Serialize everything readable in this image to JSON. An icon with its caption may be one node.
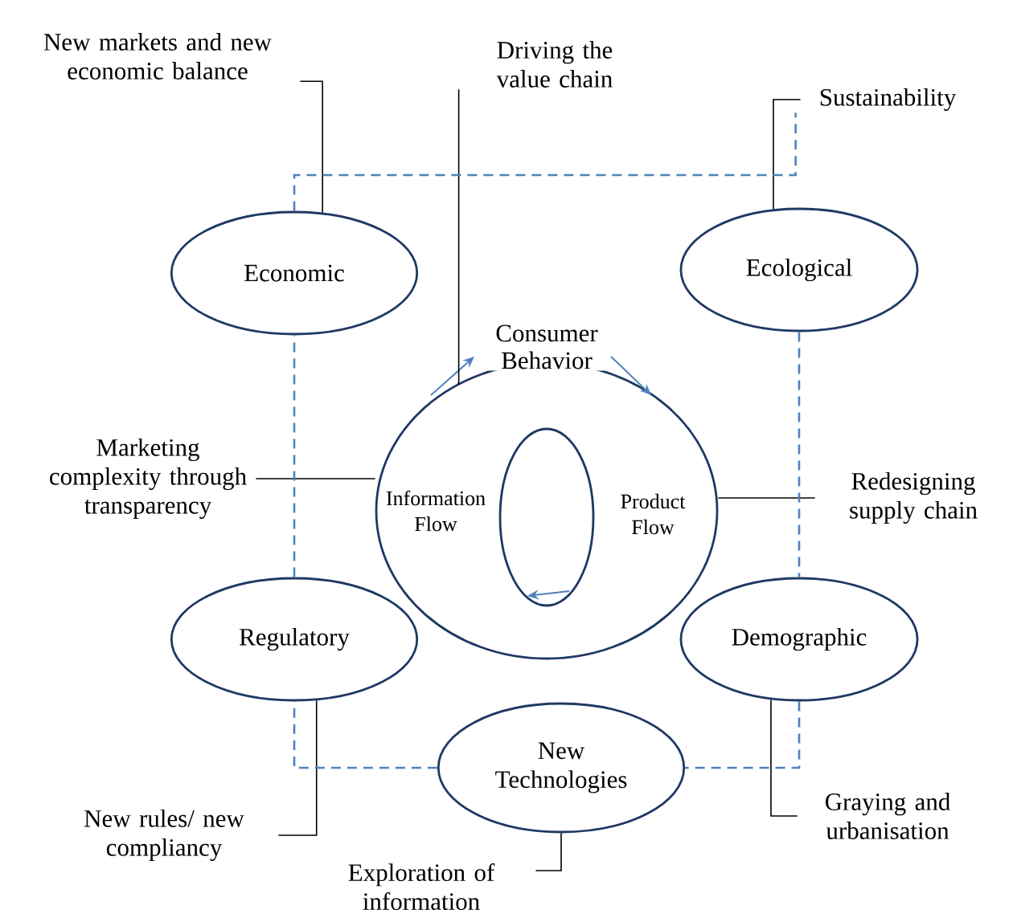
{
  "diagram": {
    "nodes": [
      {
        "text": [
          "Economic"
        ]
      },
      {
        "text": [
          "Ecological"
        ]
      },
      {
        "text": [
          "Regulatory"
        ]
      },
      {
        "text": [
          "Demographic"
        ]
      },
      {
        "text": [
          "New Technologies"
        ]
      },
      {
        "text": [
          "Consumer Behavior",
          "Information Flow",
          "Product Flow"
        ]
      },
      {
        "text": [],
        "shape": "circle",
        "in": 5
      },
      {
        "text": [
          "New markets and new economic balance"
        ]
      },
      {
        "text": [
          "Driving the value chain"
        ]
      },
      {
        "text": [
          "Sustainability"
        ]
      },
      {
        "text": [
          "Marketing complexity through transparency"
        ]
      },
      {
        "text": [
          "Redesigning supply chain"
        ]
      },
      {
        "text": [
          "New rules/ new compliancy"
        ]
      },
      {
        "text": [
          "Exploration of information"
        ]
      },
      {
        "text": [
          "Graying and urbanisation"
        ]
      }
    ],
    "edges": [
      {
        "from": 7,
        "to": 0,
        "arrow": "none"
      },
      {
        "from": 8,
        "to": 5,
        "arrow": "none"
      },
      {
        "from": 9,
        "to": 1,
        "arrow": "none"
      },
      {
        "from": 10,
        "to": 5,
        "arrow": "none"
      },
      {
        "from": 11,
        "to": 5,
        "arrow": "none"
      },
      {
        "from": 12,
        "to": 2,
        "arrow": "none"
      },
      {
        "from": 13,
        "to": 4,
        "arrow": "none"
      },
      {
        "from": 14,
        "to": 3,
        "arrow": "none"
      },
      {
        "from": 0,
        "to": 9,
        "arrow": "none",
        "style": "dashed",
        "color": "#4f81bd"
      },
      {
        "from": 1,
        "to": 3,
        "arrow": "none",
        "style": "dashed",
        "color": "#4f81bd"
      },
      {
        "from": 3,
        "to": 4,
        "arrow": "none",
        "style": "dashed",
        "color": "#4f81bd"
      },
      {
        "from": 4,
        "to": 2,
        "arrow": "none",
        "style": "dashed",
        "color": "#4f81bd"
      },
      {
        "from": 2,
        "to": 0,
        "arrow": "none",
        "style": "dashed",
        "color": "#4f81bd"
      }
    ]
  }
}
